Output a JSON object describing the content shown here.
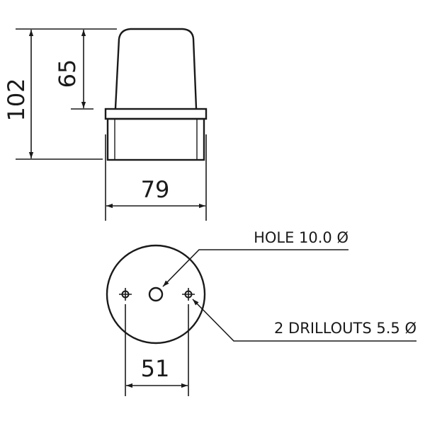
{
  "dimensions": {
    "total_height": "102",
    "dome_height": "65",
    "base_width": "79",
    "drill_spacing": "51"
  },
  "callouts": {
    "center_hole": "HOLE 10.0 Ø",
    "drillouts": "2 DRILLOUTS 5.5 Ø"
  },
  "colors": {
    "ink": "#1a1a1a",
    "background": "#ffffff"
  }
}
